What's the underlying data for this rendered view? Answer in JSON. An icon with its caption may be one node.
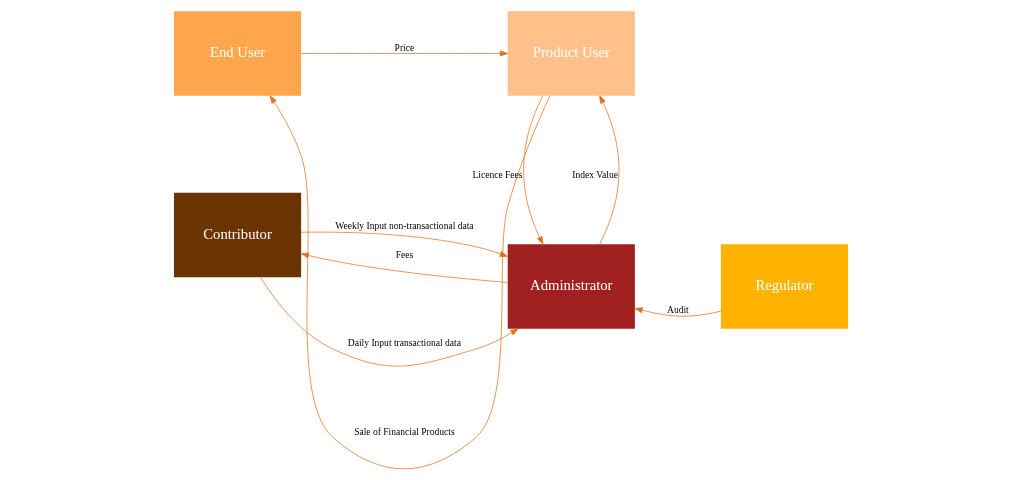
{
  "diagram": {
    "nodes": [
      {
        "text": [
          "Regulator"
        ]
      },
      {
        "text": [
          "Contributor"
        ]
      },
      {
        "text": [
          "Administrator"
        ]
      },
      {
        "text": [
          "End User"
        ]
      },
      {
        "text": [
          "Product User"
        ]
      }
    ],
    "edges": [
      {
        "from": 1,
        "to": 2,
        "arrow": "to",
        "label": "Daily Input transactional data"
      },
      {
        "from": 1,
        "to": 2,
        "arrow": "to",
        "label": "Weekly Input non-transactional data"
      },
      {
        "from": 2,
        "to": 1,
        "arrow": "to",
        "label": "Fees"
      },
      {
        "from": 0,
        "to": 2,
        "arrow": "to",
        "label": "Audit"
      },
      {
        "from": 2,
        "to": 4,
        "arrow": "to",
        "label": "Index Value"
      },
      {
        "from": 4,
        "to": 2,
        "arrow": "to",
        "label": "Licence Fees"
      },
      {
        "from": 3,
        "to": 4,
        "arrow": "to",
        "label": "Price"
      },
      {
        "from": 4,
        "to": 3,
        "arrow": "to",
        "label": "Sale of Financial Products"
      }
    ]
  }
}
